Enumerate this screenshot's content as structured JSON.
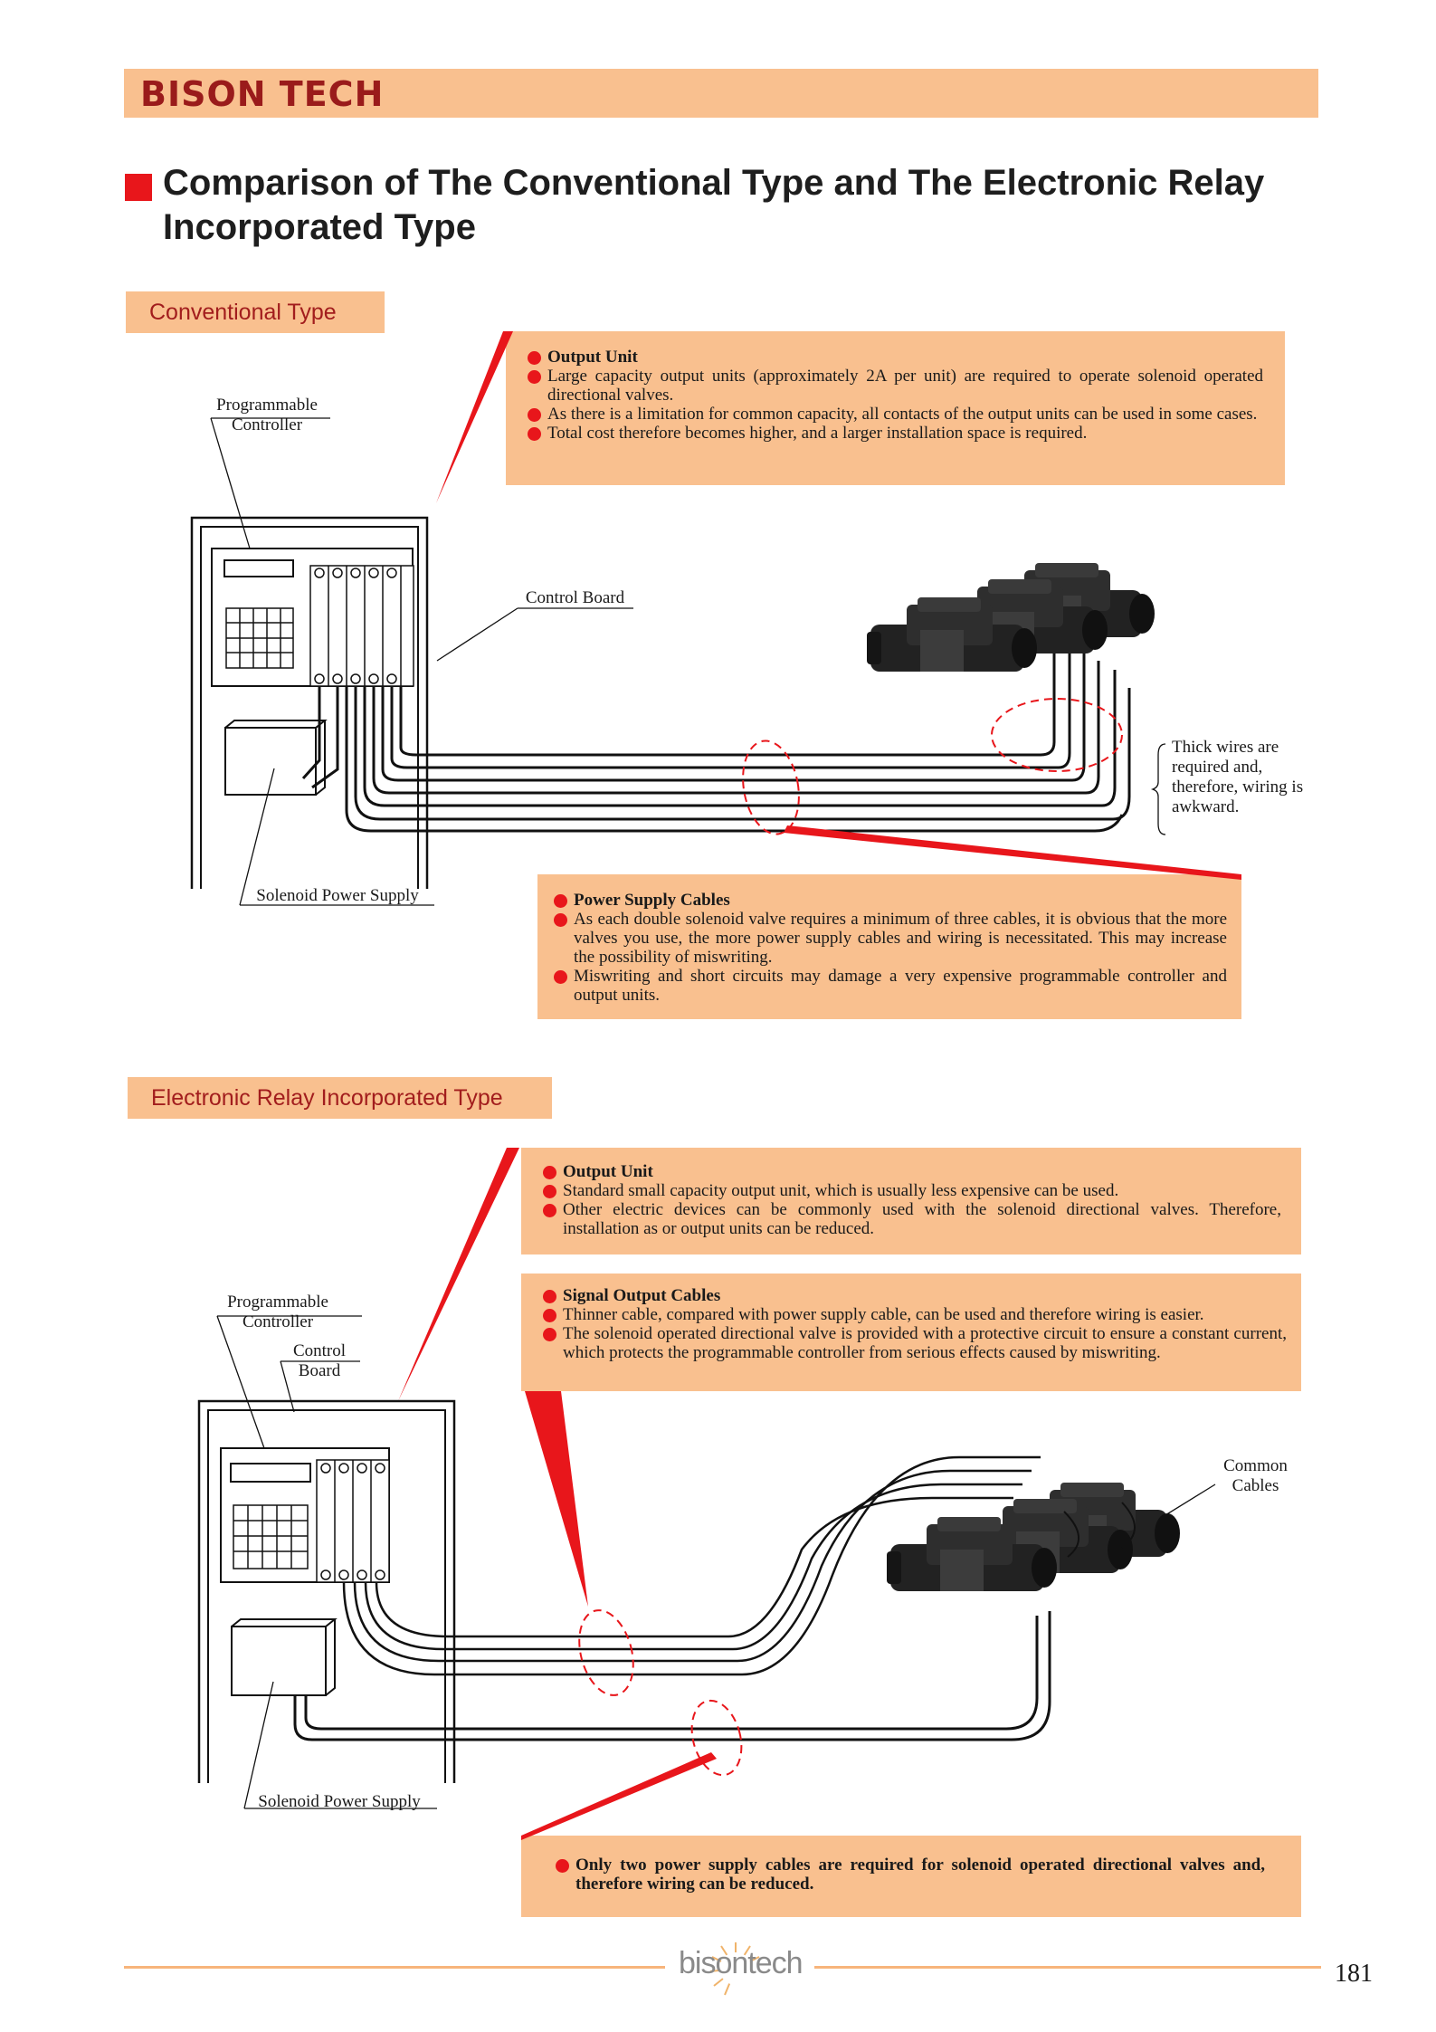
{
  "brand": "BISON TECH",
  "page_title": "Comparison of The Conventional Type and The Electronic Relay Incorporated Type",
  "conventional": {
    "tab": "Conventional Type",
    "output_unit": {
      "head": "Output Unit",
      "items": [
        "Large capacity output units (approximately 2A per unit) are required to operate solenoid operated directional valves.",
        "As there is a limitation for common capacity, all contacts of the output units can be used in some cases.",
        "Total cost therefore becomes higher, and a larger installation space is required."
      ]
    },
    "power_cables": {
      "head": "Power Supply Cables",
      "items": [
        "As each double solenoid valve requires a minimum of three cables, it is obvious that the more valves you use, the more power supply cables and wiring is necessitated. This may increase the possibility of miswriting.",
        "Miswriting and short circuits may damage a very expensive programmable controller and output units."
      ]
    },
    "labels": {
      "programmable_controller": "Programmable Controller",
      "control_board": "Control Board",
      "solenoid_power_supply": "Solenoid Power Supply",
      "thick_wires": "Thick wires are required and, therefore, wiring is awkward."
    }
  },
  "relay": {
    "tab": "Electronic Relay Incorporated Type",
    "output_unit": {
      "head": "Output Unit",
      "items": [
        "Standard small capacity output unit, which is usually less expensive can be used.",
        "Other electric devices can be commonly used with the solenoid directional valves. Therefore, installation as or output units can be reduced."
      ]
    },
    "signal_cables": {
      "head": "Signal Output Cables",
      "items": [
        "Thinner cable, compared with power supply cable, can be used and therefore wiring is easier.",
        "The solenoid operated directional valve is provided with a protective circuit to ensure a constant current, which protects the programmable controller from serious effects caused by miswriting."
      ]
    },
    "two_cables": "Only two power supply cables are required for solenoid operated directional valves and, therefore wiring can be reduced.",
    "labels": {
      "programmable_controller": "Programmable Controller",
      "control_board": "Control Board",
      "solenoid_power_supply": "Solenoid Power Supply",
      "common_cables": "Common Cables"
    }
  },
  "footer": {
    "logo": "bisontech",
    "page_number": "181"
  },
  "colors": {
    "accent_orange": "#f9c08f",
    "brand_red": "#9a1b1b",
    "bullet_red": "#e8161b"
  }
}
